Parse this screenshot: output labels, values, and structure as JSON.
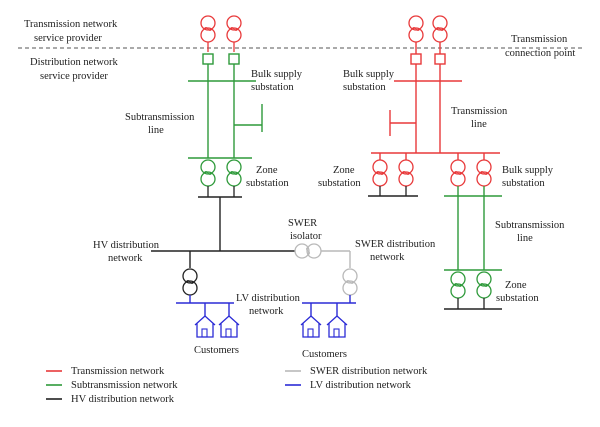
{
  "colors": {
    "transmission": "#e8393a",
    "subtransmission": "#2e9a3a",
    "hv": "#222222",
    "swer": "#b9b9b9",
    "lv": "#2b2bd6",
    "boundary": "#555555"
  },
  "labels": {
    "tnsp_line1": "Transmission network",
    "tnsp_line2": "service provider",
    "dnsp_line1": "Distribution network",
    "dnsp_line2": "service provider",
    "tcp_line1": "Transmission",
    "tcp_line2": "connection point",
    "bulk_left_line1": "Bulk supply",
    "bulk_left_line2": "substation",
    "subtrans_left_line1": "Subtransmission",
    "subtrans_left_line2": "line",
    "zone_left_line1": "Zone",
    "zone_left_line2": "substation",
    "bulk_right_line1": "Bulk supply",
    "bulk_right_line2": "substation",
    "trans_line_line1": "Transmission",
    "trans_line_line2": "line",
    "zone_mid_line1": "Zone",
    "zone_mid_line2": "substation",
    "bulk_right2_line1": "Bulk supply",
    "bulk_right2_line2": "substation",
    "subtrans_right_line1": "Subtransmission",
    "subtrans_right_line2": "line",
    "zone_right_line1": "Zone",
    "zone_right_line2": "substation",
    "hv_line1": "HV distribution",
    "hv_line2": "network",
    "swer_iso_line1": "SWER",
    "swer_iso_line2": "isolator",
    "swer_dist_line1": "SWER distribution",
    "swer_dist_line2": "network",
    "lv_line1": "LV distribution",
    "lv_line2": "network",
    "customers_left": "Customers",
    "customers_right": "Customers"
  },
  "legend": [
    {
      "label": "Transmission network",
      "color_key": "transmission"
    },
    {
      "label": "Subtransmission network",
      "color_key": "subtransmission"
    },
    {
      "label": "HV distribution network",
      "color_key": "hv"
    },
    {
      "label": "SWER distribution network",
      "color_key": "swer"
    },
    {
      "label": "LV distribution network",
      "color_key": "lv"
    }
  ]
}
